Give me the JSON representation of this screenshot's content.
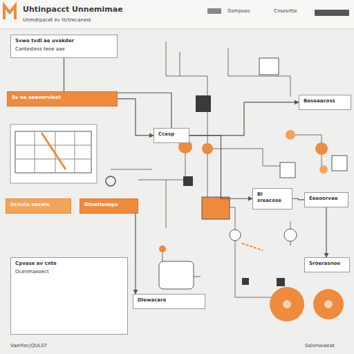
{
  "diagram": {
    "title": "Uhtinpacct Unnemimae",
    "nodes": [
      {
        "text": [
          "Svwe tvdl ae uvakder",
          "Cantestess teoe aae"
        ]
      },
      {
        "text": [
          "Sv oe aoavorvioet"
        ]
      },
      {
        "text": [
          "Dcnotn oacore"
        ]
      },
      {
        "text": [
          "Gtnetionnpe"
        ]
      },
      {
        "text": [
          "Cpvase av cnte",
          "Ocenmaeoect"
        ]
      },
      {
        "text": [
          "Beseaacoss"
        ]
      },
      {
        "text": [
          "Ccesp"
        ]
      },
      {
        "text": [
          "Bl sreacose"
        ]
      },
      {
        "text": [
          "Eeeoorvae"
        ]
      },
      {
        "text": [
          "Sroerasnoo"
        ]
      },
      {
        "text": [
          "Dlewacare"
        ]
      }
    ],
    "edges": [
      {
        "from": 0,
        "to": 6,
        "arrow": "none"
      },
      {
        "from": 1,
        "to": 6,
        "arrow": "to"
      },
      {
        "from": 6,
        "to": 5,
        "arrow": "to"
      },
      {
        "from": 6,
        "to": 7,
        "arrow": "to"
      },
      {
        "from": 7,
        "to": 8,
        "arrow": "none"
      },
      {
        "from": 8,
        "to": 9,
        "arrow": "to"
      },
      {
        "from": 3,
        "to": 10,
        "arrow": "to"
      }
    ],
    "labels": [
      "Unmdrpacet ev ttctrecanest",
      "Gsmpseo",
      "Cnsesrtte",
      "Vaeifiec|QULST",
      "Salonwiaeat"
    ]
  }
}
